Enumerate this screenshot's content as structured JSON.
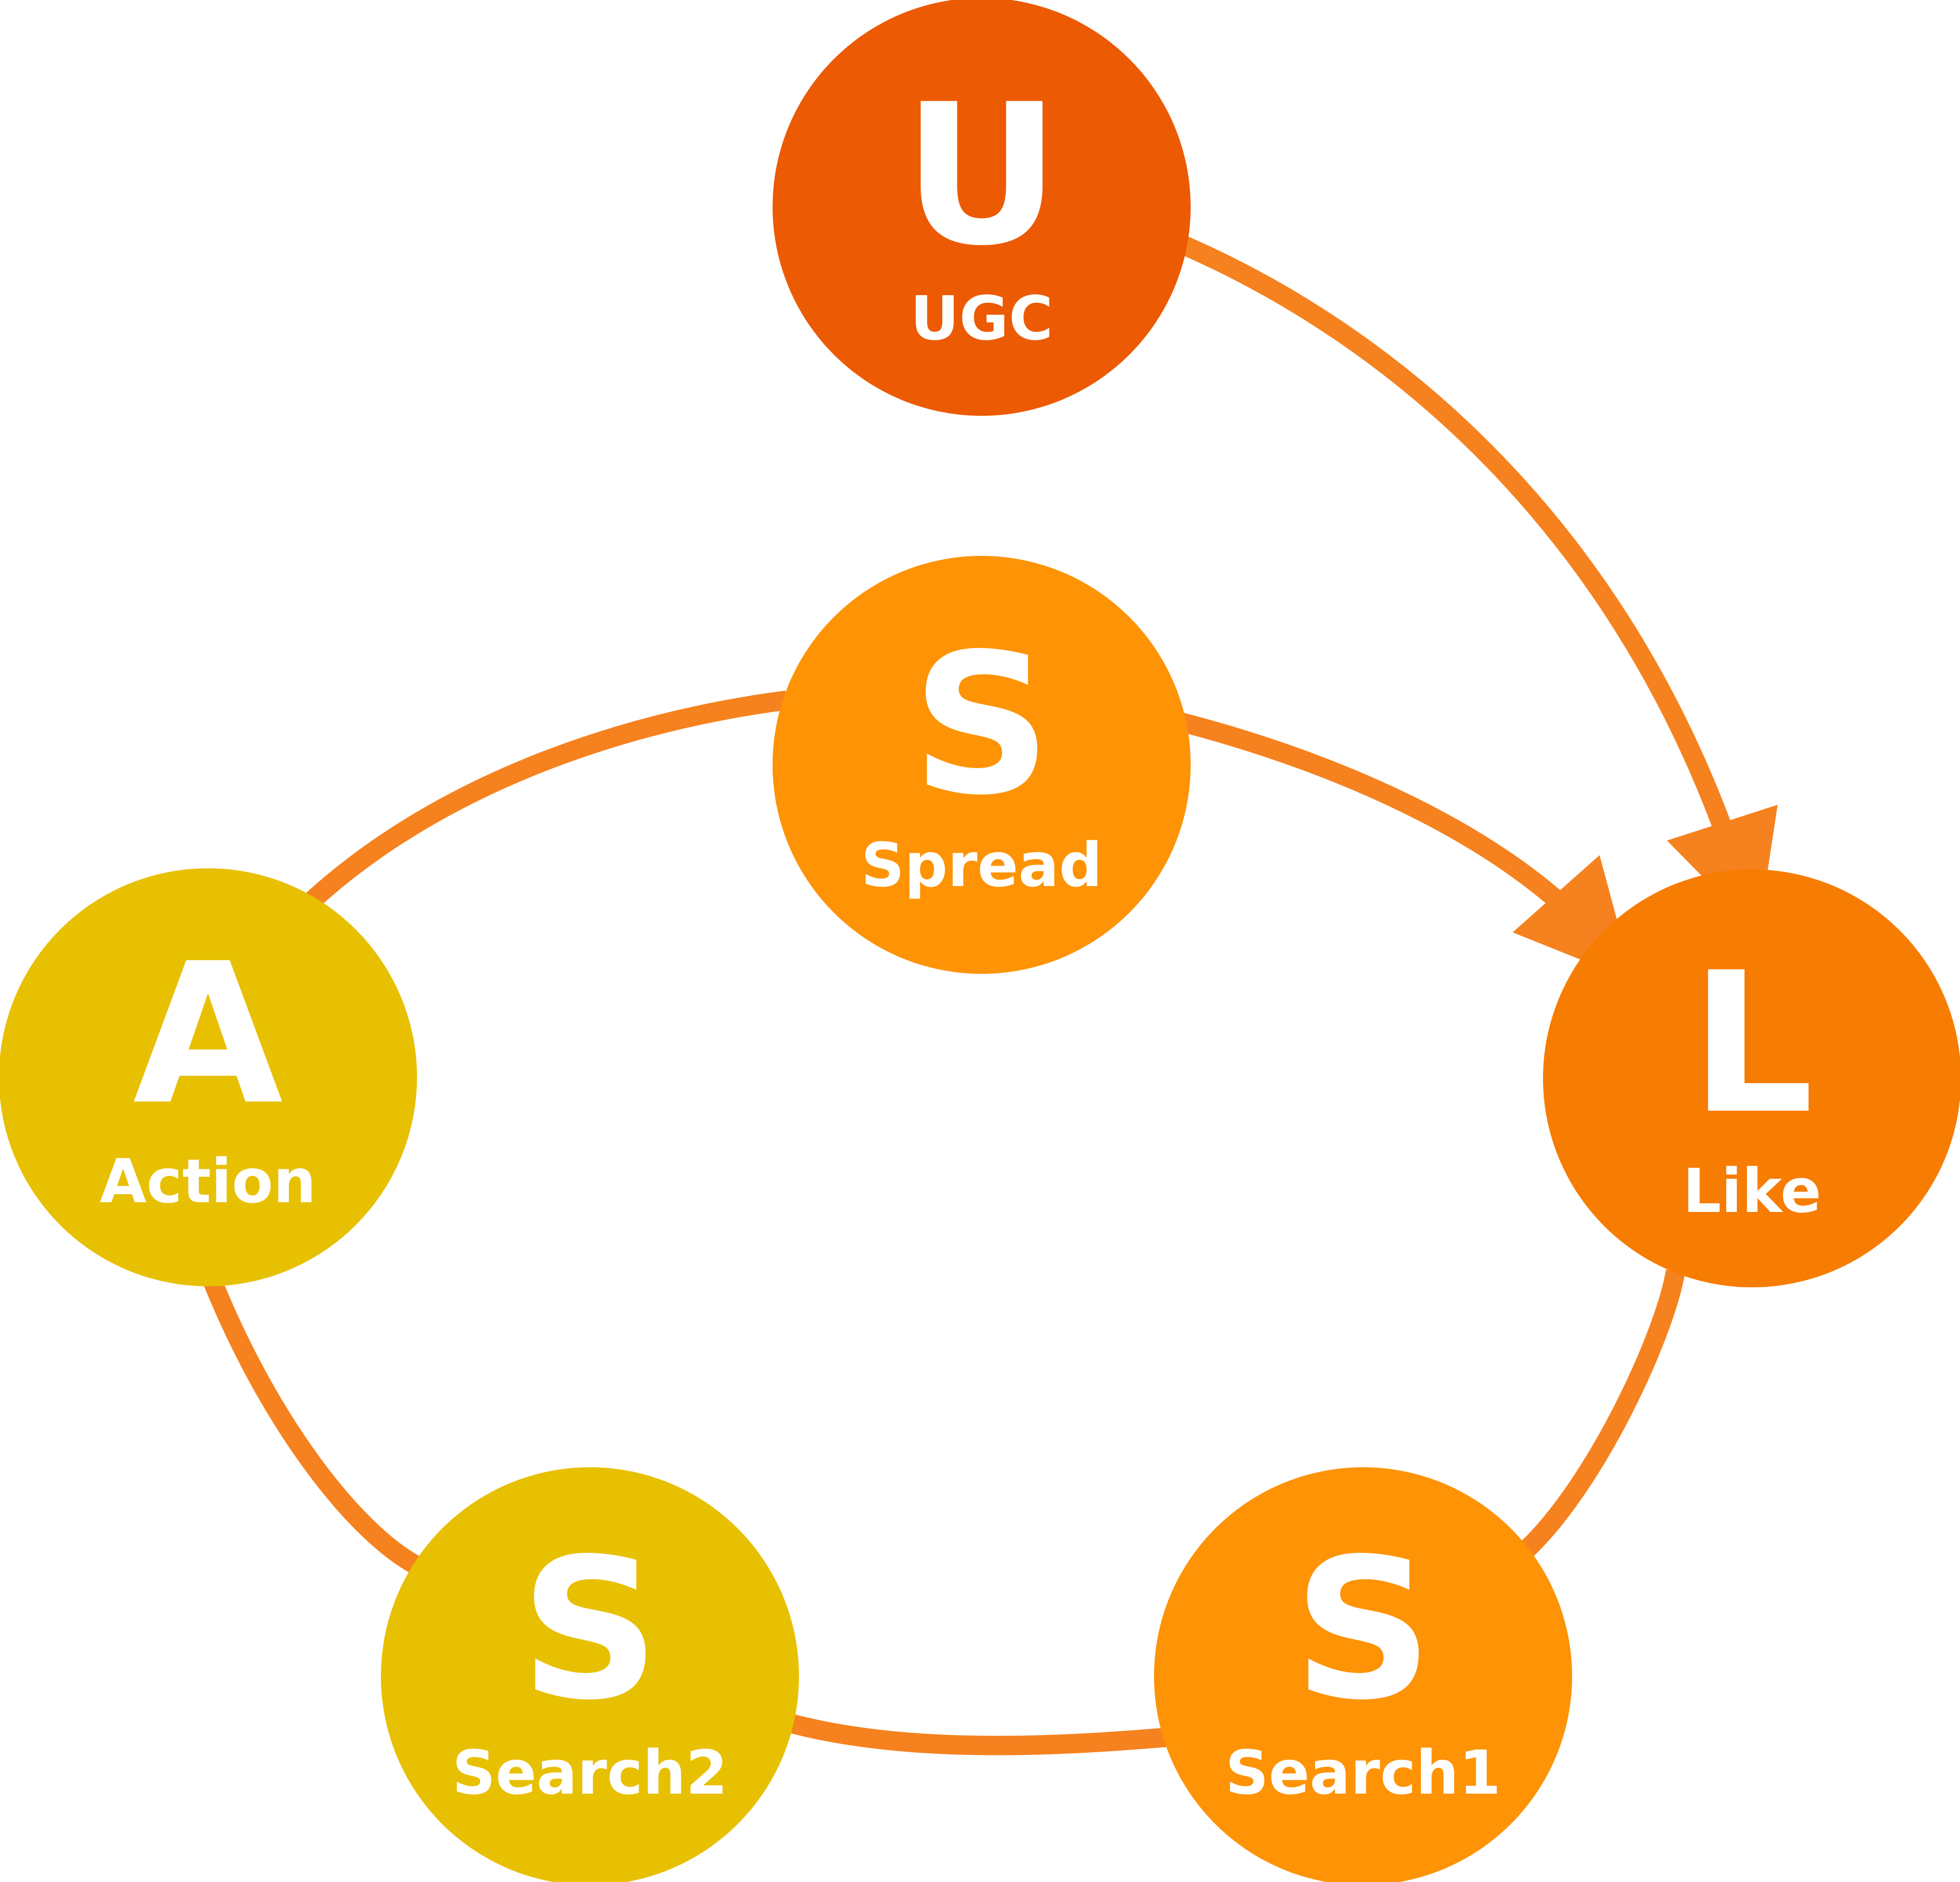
{
  "diagram": {
    "connector_color": "#F5821F",
    "nodes": {
      "ugc": {
        "letter": "U",
        "label": "UGC",
        "color": "#EC5A04"
      },
      "spread": {
        "letter": "S",
        "label": "Spread",
        "color": "#FD9305"
      },
      "like": {
        "letter": "L",
        "label": "Like",
        "color": "#F77C02"
      },
      "action": {
        "letter": "A",
        "label": "Action",
        "color": "#E8C002"
      },
      "search2": {
        "letter": "S",
        "label": "Search2",
        "color": "#E8C002"
      },
      "search1": {
        "letter": "S",
        "label": "Search1",
        "color": "#FD9305"
      }
    },
    "edges": [
      {
        "from": "ugc",
        "to": "like",
        "arrow": true
      },
      {
        "from": "spread",
        "to": "like",
        "arrow": true
      },
      {
        "from": "spread",
        "to": "action",
        "arrow": false
      },
      {
        "from": "action",
        "to": "search2",
        "arrow": false
      },
      {
        "from": "search2",
        "to": "search1",
        "arrow": false
      },
      {
        "from": "search1",
        "to": "like",
        "arrow": false
      }
    ]
  }
}
